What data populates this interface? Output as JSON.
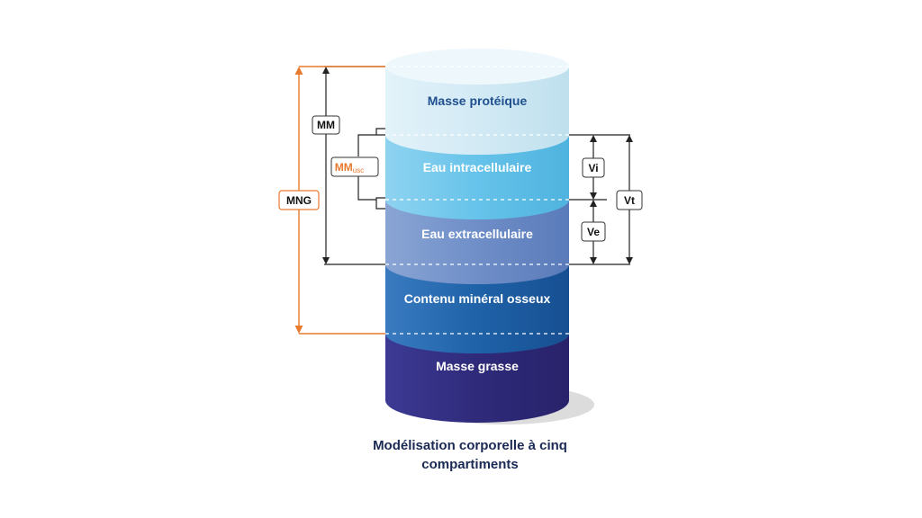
{
  "diagram": {
    "layers": [
      {
        "label": "Masse protéique",
        "color": "#cfe7f2",
        "text_color": "#1f4f8f"
      },
      {
        "label": "Eau intracellulaire",
        "color": "#62c1e8",
        "text_color": "#ffffff"
      },
      {
        "label": "Eau extracellulaire",
        "color": "#6f8fc6",
        "text_color": "#ffffff"
      },
      {
        "label": "Contenu minéral osseux",
        "color": "#1f5fa6",
        "text_color": "#ffffff"
      },
      {
        "label": "Masse grasse",
        "color": "#2f2a78",
        "text_color": "#ffffff"
      }
    ],
    "annotations": {
      "mm": "MM",
      "mmusc_main": "MM",
      "mmusc_sub": "usc",
      "mng": "MNG",
      "vi": "Vi",
      "ve": "Ve",
      "vt": "Vt"
    },
    "colors": {
      "accent": "#e87a2e",
      "line": "#222222"
    },
    "caption_line1": "Modélisation corporelle à cinq",
    "caption_line2": "compartiments"
  }
}
